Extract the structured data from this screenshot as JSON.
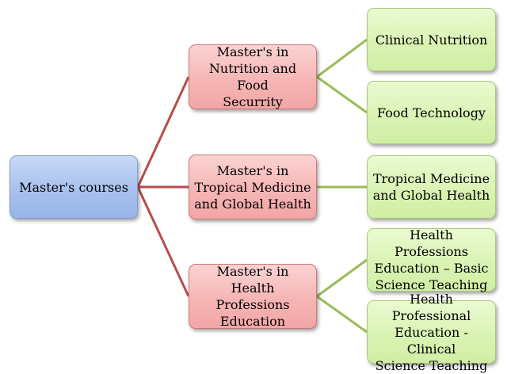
{
  "root": {
    "label": "Master's courses"
  },
  "programs": [
    {
      "label": "Master's in\nNutrition and Food\nSecurrity",
      "specializations": [
        "Clinical Nutrition",
        "Food Technology"
      ]
    },
    {
      "label": "Master's in\nTropical Medicine\nand Global Health",
      "specializations": [
        "Tropical Medicine\nand Global Health"
      ]
    },
    {
      "label": "Master's in Health\nProfessions\nEducation",
      "specializations": [
        "Health Professions\nEducation – Basic\nScience Teaching",
        "Health Professional\nEducation - Clinical\nScience Teaching"
      ]
    }
  ],
  "colors": {
    "root_fill": "#a8c1ee",
    "program_fill": "#f6b5b5",
    "specialization_fill": "#daf3b4",
    "root_connector": "#b94c4c",
    "program_connector": "#9bbb59"
  }
}
